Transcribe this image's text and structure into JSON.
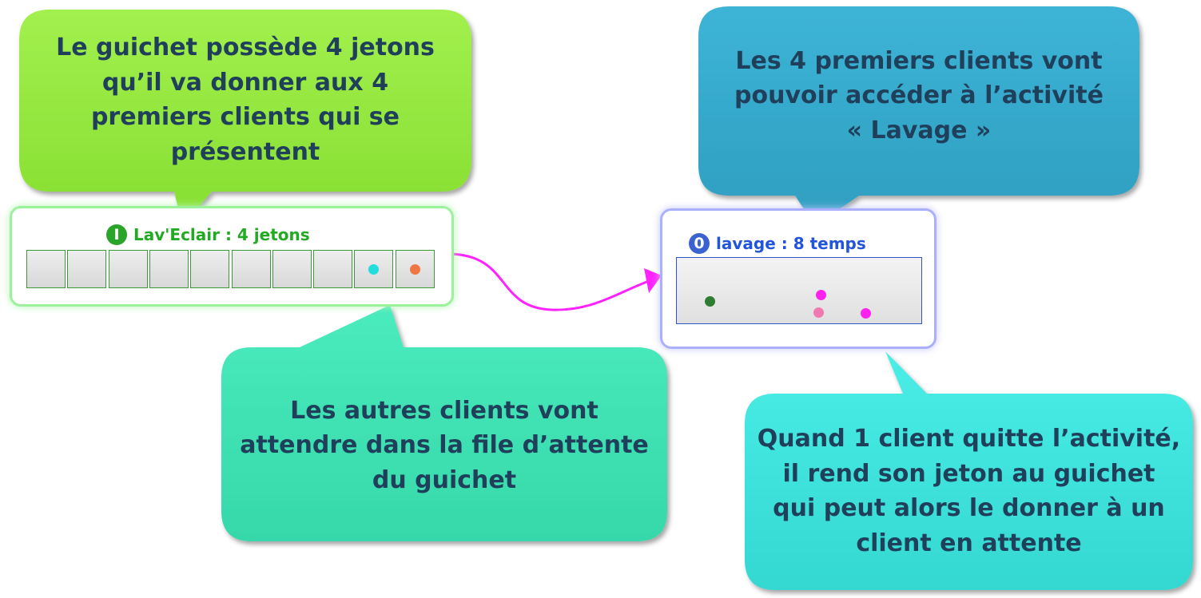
{
  "callouts": {
    "guichet_tokens": "Le guichet possède 4 jetons\nqu’il va donner aux 4\npremiers clients qui se\nprésentent",
    "first_clients": "Les 4 premiers clients vont\npouvoir accéder à l’activité\n« Lavage »",
    "waiting_clients": "Les autres clients vont\nattendre dans la file d’attente\ndu guichet",
    "token_return": "Quand 1 client quitte l’activité,\nil rend son jeton au guichet\nqui peut alors le donner à un\nclient en attente"
  },
  "counter_panel": {
    "badge": "I",
    "title": "Lav'Eclair : 4 jetons",
    "slot_count": 10,
    "accent_color": "#22aa22",
    "queue_dots": [
      {
        "slot": 9,
        "color": "#22dddd"
      },
      {
        "slot": 10,
        "color": "#ee7744"
      }
    ]
  },
  "activity_panel": {
    "badge": "0",
    "title": "lavage : 8 temps",
    "accent_color": "#2255dd"
  },
  "colors": {
    "callout_green": "#8fe83a",
    "callout_blue": "#34a6c8",
    "callout_mint": "#3fe3b3",
    "callout_cyan": "#3fe3db",
    "connector": "#ff22ff",
    "text": "#1f3f5a"
  }
}
